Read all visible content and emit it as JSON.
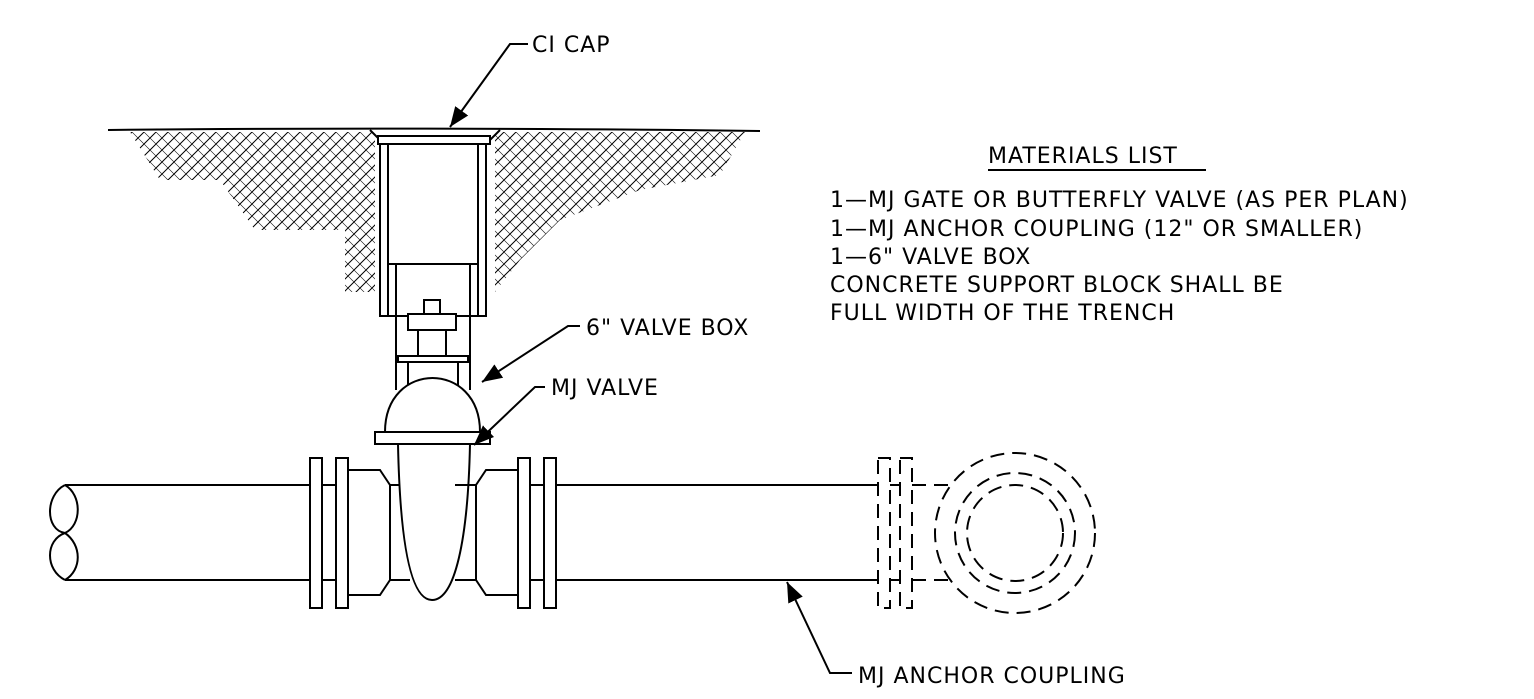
{
  "callouts": {
    "ci_cap": "CI CAP",
    "valve_box": "6\" VALVE BOX",
    "mj_valve": "MJ VALVE",
    "anchor_coupling": "MJ ANCHOR COUPLING"
  },
  "materials": {
    "title": "MATERIALS LIST",
    "items": [
      "1—MJ GATE OR BUTTERFLY VALVE (AS PER PLAN)",
      "1—MJ ANCHOR COUPLING (12\" OR SMALLER)",
      "1—6\" VALVE BOX",
      "CONCRETE SUPPORT BLOCK SHALL BE",
      "FULL WIDTH OF THE TRENCH"
    ]
  }
}
